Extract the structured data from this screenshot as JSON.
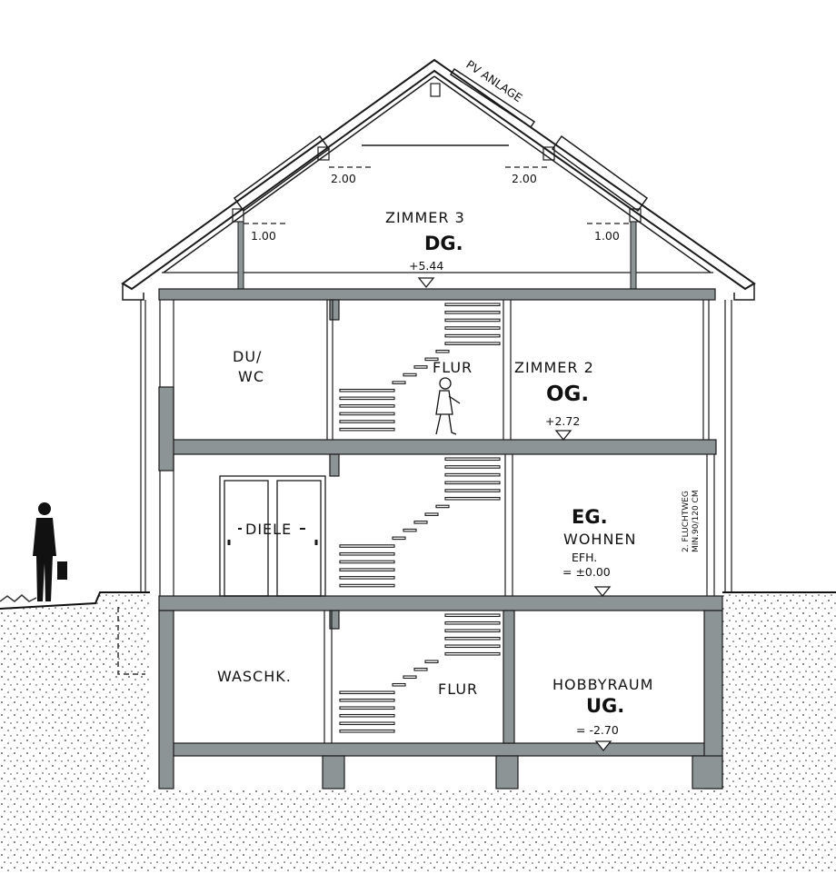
{
  "colors": {
    "wall": "#8c9496",
    "wall_dark": "#6e7577",
    "line": "#1a1a1a",
    "ground_dot": "#333333"
  },
  "annotations": {
    "pv": "PV ANLAGE",
    "roof_level_left": "2.00",
    "roof_level_right": "2.00",
    "knee_left": "1.00",
    "knee_right": "1.00",
    "fluchtweg_1": "2. FLUCHTWEG",
    "fluchtweg_2": "MIN.90/120 CM"
  },
  "floors": {
    "dg": {
      "room": "ZIMMER 3",
      "level": "DG.",
      "height": "+5.44"
    },
    "og": {
      "room_left_1": "DU/",
      "room_left_2": "WC",
      "hall": "FLUR",
      "room_right": "ZIMMER 2",
      "level": "OG.",
      "height": "+2.72"
    },
    "eg": {
      "hall": "DIELE",
      "level": "EG.",
      "room_right": "WOHNEN",
      "efh": "EFH.",
      "height": "= ±0.00"
    },
    "ug": {
      "room_left": "WASCHK.",
      "hall": "FLUR",
      "room_right": "HOBBYRAUM",
      "level": "UG.",
      "height": "= -2.70"
    }
  }
}
